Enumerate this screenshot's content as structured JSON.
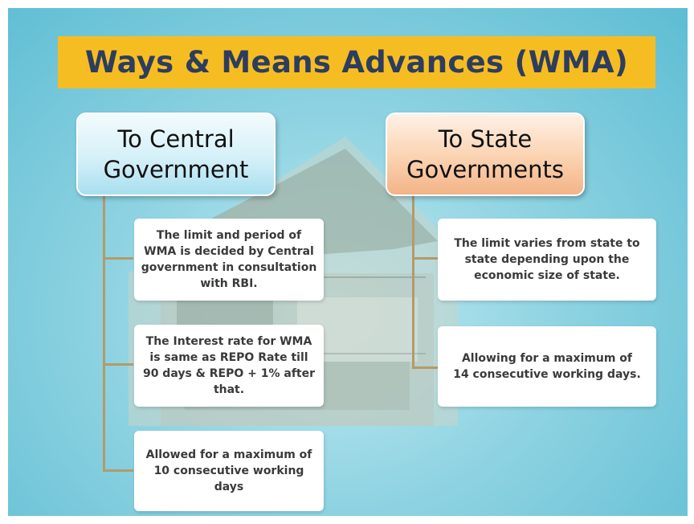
{
  "title": "Ways & Means Advances (WMA)",
  "central": {
    "heading": "To Central Government",
    "items": [
      "The limit and period of WMA is decided by Central government in consultation with RBI.",
      "The Interest rate for WMA is same as REPO Rate till 90 days & REPO + 1% after that.",
      "Allowed for a maximum of 10 consecutive working days"
    ]
  },
  "state": {
    "heading": "To State Governments",
    "items": [
      "The limit varies from state to state depending upon the economic size of state.",
      "Allowing for a maximum of 14 consecutive working days."
    ]
  },
  "colors": {
    "title_bar": "#f6bd22",
    "title_text": "#2c3d5f",
    "central_heading": "#a9dff0",
    "state_heading": "#f3b387",
    "connector": "#b49a6a"
  }
}
